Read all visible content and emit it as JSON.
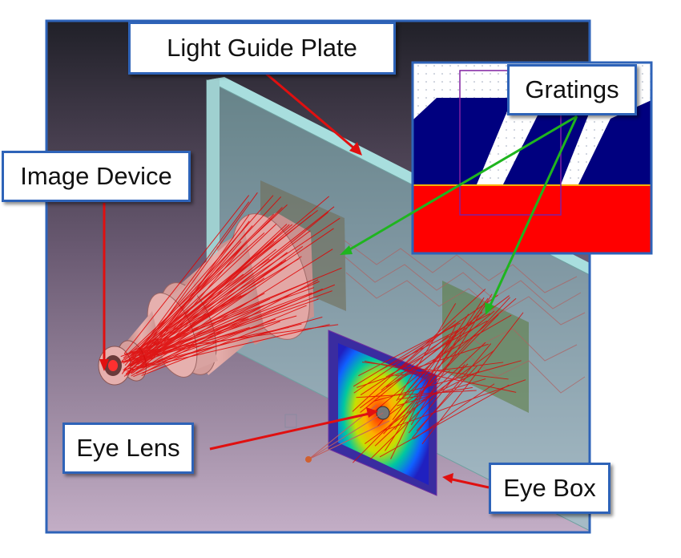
{
  "labels": {
    "light_guide_plate": "Light Guide Plate",
    "gratings": "Gratings",
    "image_device": "Image Device",
    "eye_lens": "Eye Lens",
    "eye_box": "Eye Box"
  },
  "colors": {
    "frame_border": "#2e63b8",
    "ray": "#e00000",
    "pointer_red": "#e01010",
    "pointer_green": "#1fb51f",
    "plate": "#8fc9c9",
    "grating_blue": "#00007f",
    "grating_red": "#ff0000",
    "lens_pink": "#e3a7a5"
  }
}
